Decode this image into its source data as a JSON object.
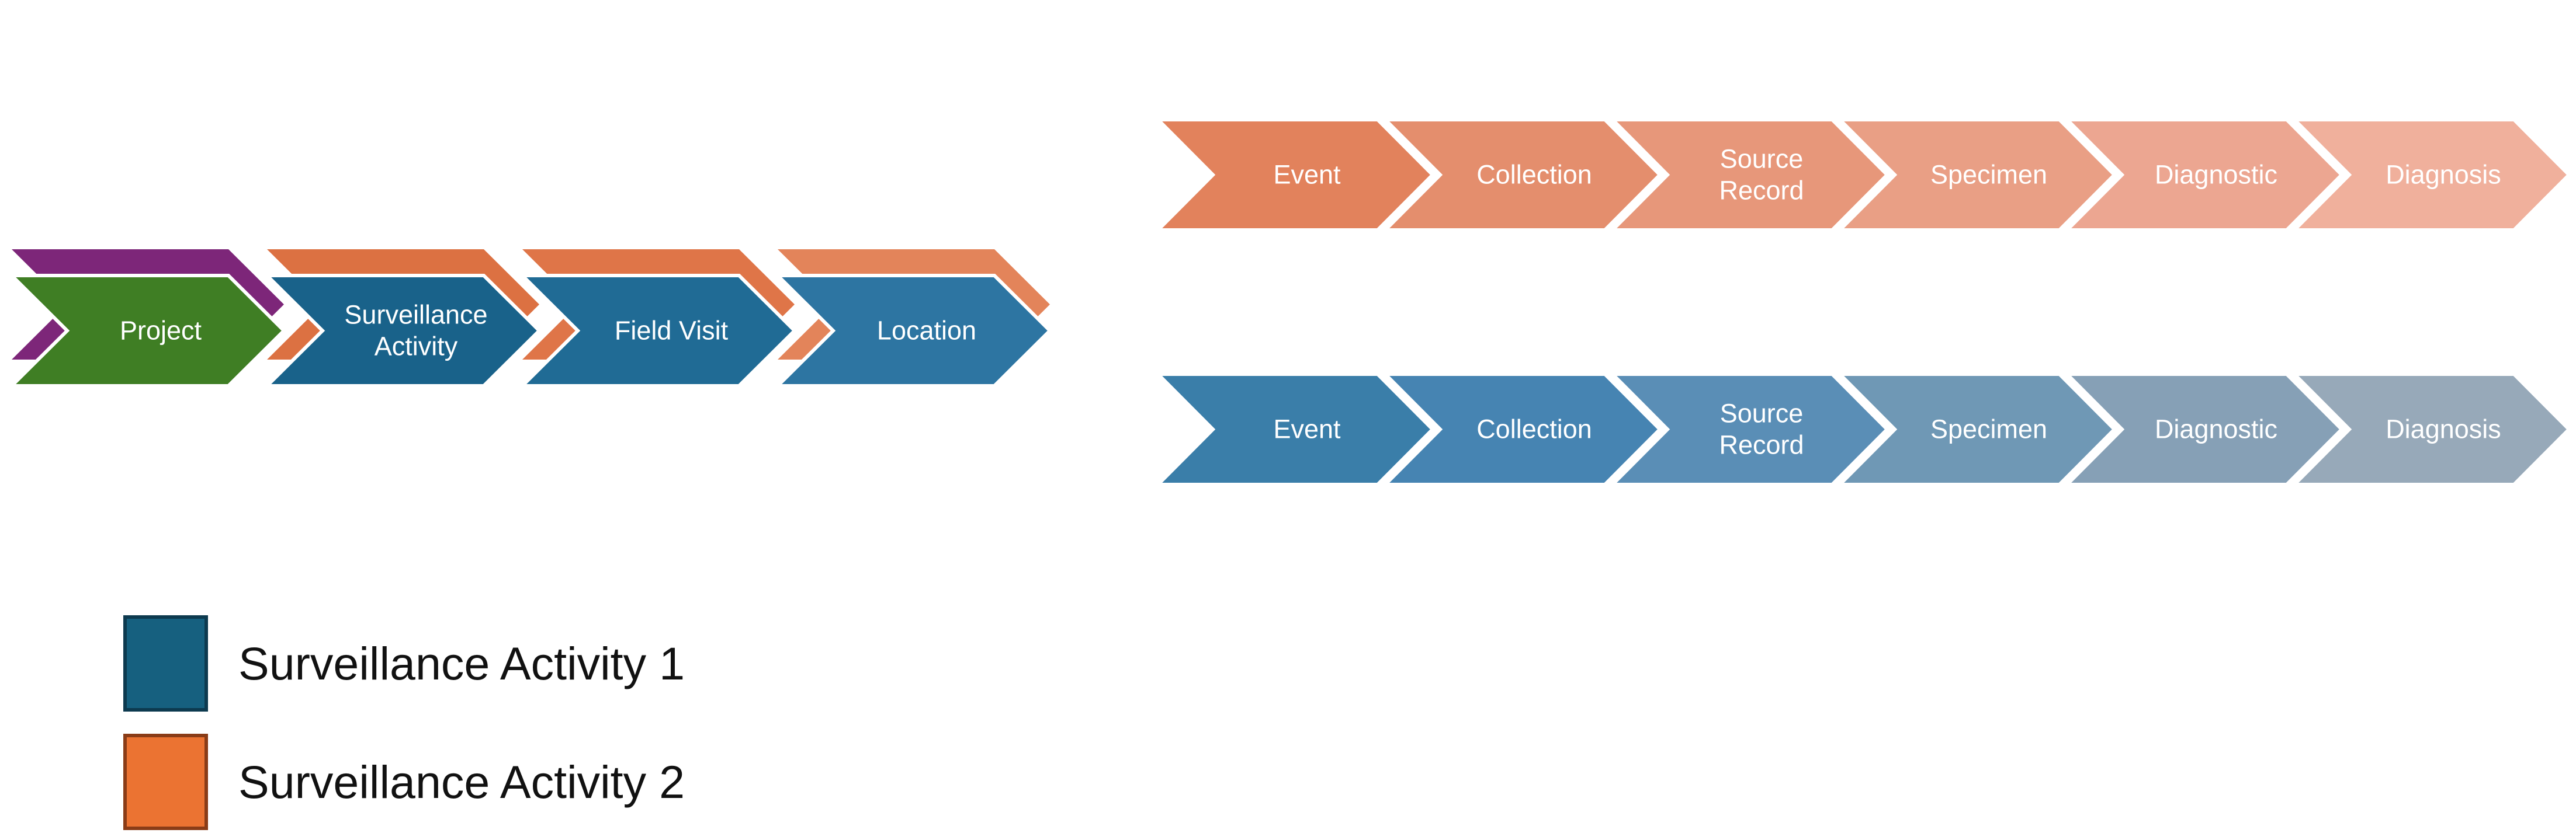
{
  "left_chain": {
    "steps": [
      {
        "label": [
          "Project"
        ],
        "color": "#3f7e24",
        "tab_color": "#7d2679"
      },
      {
        "label": [
          "Surveillance",
          "Activity"
        ],
        "color": "#19628a",
        "tab_color": "#dc7142"
      },
      {
        "label": [
          "Field Visit"
        ],
        "color": "#206b95",
        "tab_color": "#df7548"
      },
      {
        "label": [
          "Location"
        ],
        "color": "#2d75a2",
        "tab_color": "#e3845a"
      }
    ]
  },
  "orange_chain": {
    "steps": [
      {
        "label": [
          "Event"
        ],
        "color": "#e2825c"
      },
      {
        "label": [
          "Collection"
        ],
        "color": "#e48e6d"
      },
      {
        "label": [
          "Source",
          "Record"
        ],
        "color": "#e7977a"
      },
      {
        "label": [
          "Specimen"
        ],
        "color": "#e99f85"
      },
      {
        "label": [
          "Diagnostic"
        ],
        "color": "#eca691"
      },
      {
        "label": [
          "Diagnosis"
        ],
        "color": "#f0b09c"
      }
    ]
  },
  "blue_chain": {
    "steps": [
      {
        "label": [
          "Event"
        ],
        "color": "#3a7ea9"
      },
      {
        "label": [
          "Collection"
        ],
        "color": "#4684b2"
      },
      {
        "label": [
          "Source",
          "Record"
        ],
        "color": "#5a8eb6"
      },
      {
        "label": [
          "Specimen"
        ],
        "color": "#6f98b5"
      },
      {
        "label": [
          "Diagnostic"
        ],
        "color": "#86a0b6"
      },
      {
        "label": [
          "Diagnosis"
        ],
        "color": "#97a9b9"
      }
    ]
  },
  "legend": {
    "items": [
      {
        "label": "Surveillance Activity 1",
        "color": "#16607f",
        "border": "#0d3a4f"
      },
      {
        "label": "Surveillance Activity 2",
        "color": "#eb7332",
        "border": "#8a3c17"
      }
    ]
  }
}
